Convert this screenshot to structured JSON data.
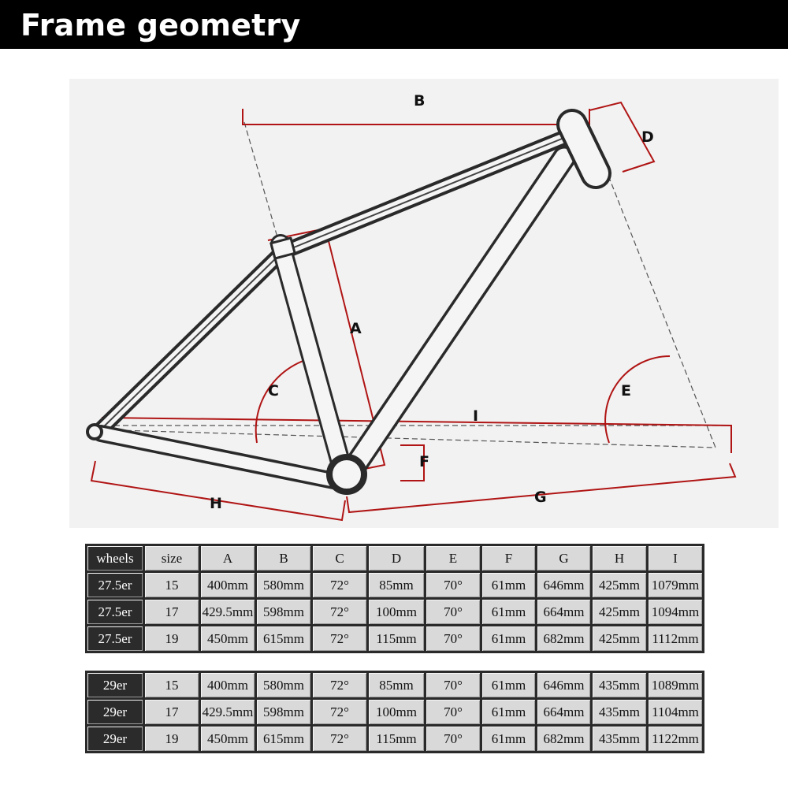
{
  "title": "Frame geometry",
  "diagram": {
    "dimension_labels": [
      "A",
      "B",
      "C",
      "D",
      "E",
      "F",
      "G",
      "H",
      "I"
    ]
  },
  "table_headers": [
    "wheels",
    "size",
    "A",
    "B",
    "C",
    "D",
    "E",
    "F",
    "G",
    "H",
    "I"
  ],
  "table_275": [
    [
      "27.5er",
      "15",
      "400mm",
      "580mm",
      "72°",
      "85mm",
      "70°",
      "61mm",
      "646mm",
      "425mm",
      "1079mm"
    ],
    [
      "27.5er",
      "17",
      "429.5mm",
      "598mm",
      "72°",
      "100mm",
      "70°",
      "61mm",
      "664mm",
      "425mm",
      "1094mm"
    ],
    [
      "27.5er",
      "19",
      "450mm",
      "615mm",
      "72°",
      "115mm",
      "70°",
      "61mm",
      "682mm",
      "425mm",
      "1112mm"
    ]
  ],
  "table_29": [
    [
      "29er",
      "15",
      "400mm",
      "580mm",
      "72°",
      "85mm",
      "70°",
      "61mm",
      "646mm",
      "435mm",
      "1089mm"
    ],
    [
      "29er",
      "17",
      "429.5mm",
      "598mm",
      "72°",
      "100mm",
      "70°",
      "61mm",
      "664mm",
      "435mm",
      "1104mm"
    ],
    [
      "29er",
      "19",
      "450mm",
      "615mm",
      "72°",
      "115mm",
      "70°",
      "61mm",
      "682mm",
      "435mm",
      "1122mm"
    ]
  ],
  "colors": {
    "dimension_red": "#b01414",
    "frame_dark": "#2a2a2a",
    "header_bg": "#000000"
  }
}
